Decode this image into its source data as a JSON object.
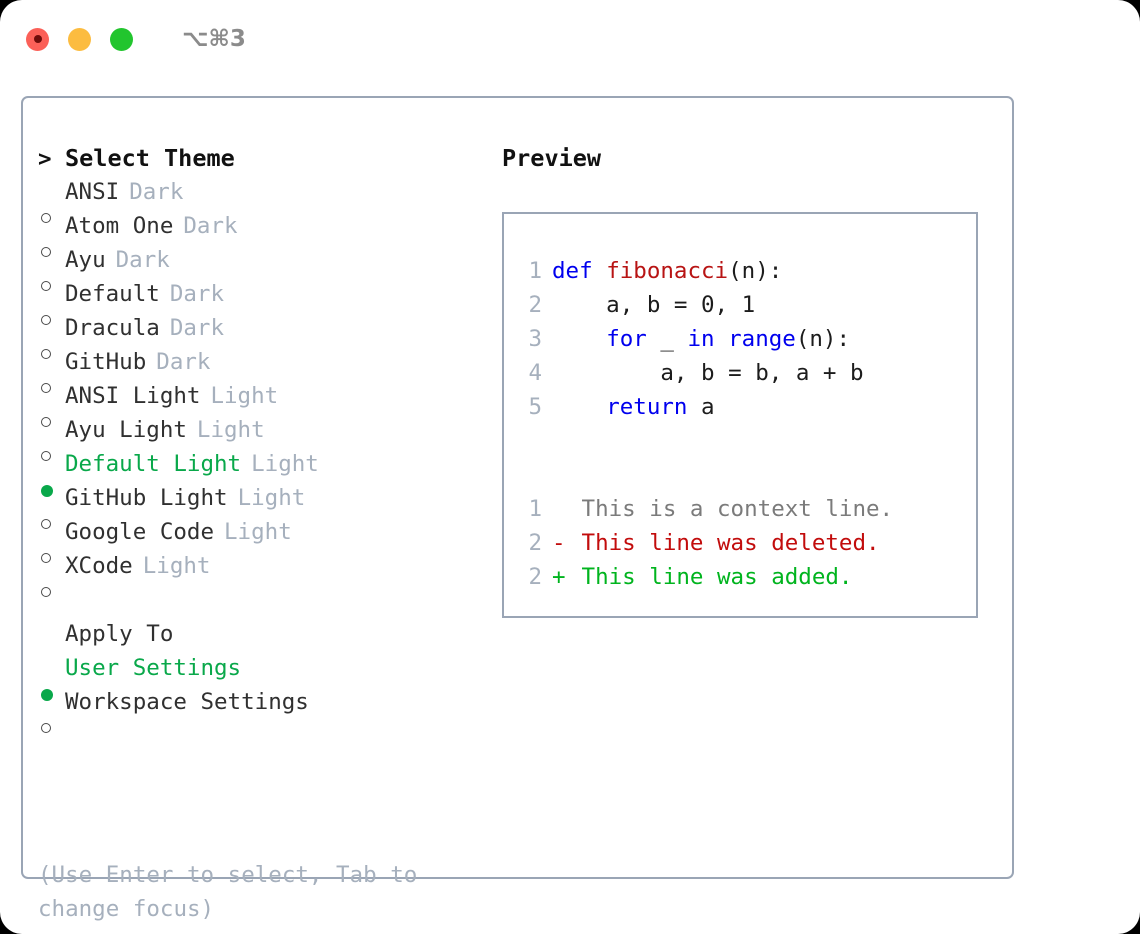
{
  "window": {
    "title": "⌥⌘3",
    "traffic_lights": [
      "close-red",
      "minimize-yellow",
      "zoom-green"
    ]
  },
  "theme_picker": {
    "header": {
      "marker": ">",
      "label": "Select Theme"
    },
    "items": [
      {
        "marker": "o",
        "label": "ANSI",
        "variant": "Dark",
        "selected": false
      },
      {
        "marker": "o",
        "label": "Atom One",
        "variant": "Dark",
        "selected": false
      },
      {
        "marker": "o",
        "label": "Ayu",
        "variant": "Dark",
        "selected": false
      },
      {
        "marker": "o",
        "label": "Default",
        "variant": "Dark",
        "selected": false
      },
      {
        "marker": "o",
        "label": "Dracula",
        "variant": "Dark",
        "selected": false
      },
      {
        "marker": "o",
        "label": "GitHub",
        "variant": "Dark",
        "selected": false
      },
      {
        "marker": "o",
        "label": "ANSI Light",
        "variant": "Light",
        "selected": false
      },
      {
        "marker": "o",
        "label": "Ayu Light",
        "variant": "Light",
        "selected": false
      },
      {
        "marker": "●",
        "label": "Default Light",
        "variant": "Light",
        "selected": true
      },
      {
        "marker": "o",
        "label": "GitHub Light",
        "variant": "Light",
        "selected": false
      },
      {
        "marker": "o",
        "label": "Google Code",
        "variant": "Light",
        "selected": false
      },
      {
        "marker": "o",
        "label": "XCode",
        "variant": "Light",
        "selected": false
      }
    ]
  },
  "apply_to": {
    "header": "Apply To",
    "options": [
      {
        "marker": "●",
        "label": "User Settings",
        "selected": true
      },
      {
        "marker": "o",
        "label": "Workspace Settings",
        "selected": false
      }
    ]
  },
  "hint": "(Use Enter to select, Tab to change focus)",
  "preview": {
    "title": "Preview",
    "code_lines": [
      {
        "num": "1",
        "segments": [
          {
            "text": "def ",
            "style": "kw"
          },
          {
            "text": "fibonacci",
            "style": "fn"
          },
          {
            "text": "(n):",
            "style": "plain"
          }
        ]
      },
      {
        "num": "2",
        "segments": [
          {
            "text": "    a, b = 0, 1",
            "style": "plain"
          }
        ]
      },
      {
        "num": "3",
        "segments": [
          {
            "text": "    ",
            "style": "plain"
          },
          {
            "text": "for",
            "style": "kw"
          },
          {
            "text": " _ ",
            "style": "plain"
          },
          {
            "text": "in",
            "style": "kw"
          },
          {
            "text": " ",
            "style": "plain"
          },
          {
            "text": "range",
            "style": "kw"
          },
          {
            "text": "(n):",
            "style": "plain"
          }
        ]
      },
      {
        "num": "4",
        "segments": [
          {
            "text": "        a, b = b, a + b",
            "style": "plain"
          }
        ]
      },
      {
        "num": "5",
        "segments": [
          {
            "text": "    ",
            "style": "plain"
          },
          {
            "text": "return",
            "style": "kw"
          },
          {
            "text": " a",
            "style": "plain"
          }
        ]
      }
    ],
    "diff_lines": [
      {
        "num": "1",
        "sign": " ",
        "text": "This is a context line.",
        "style": "ctx"
      },
      {
        "num": "2",
        "sign": "-",
        "text": "This line was deleted.",
        "style": "del"
      },
      {
        "num": "2",
        "sign": "+",
        "text": "This line was added.",
        "style": "add"
      }
    ]
  },
  "colors": {
    "accent_green": "#09a84a",
    "muted": "#a6b0bd",
    "border": "#9aa5b5",
    "keyword_blue": "#0000ee",
    "function_red": "#b81414",
    "diff_add": "#00b41e",
    "diff_del": "#c20c0c"
  }
}
